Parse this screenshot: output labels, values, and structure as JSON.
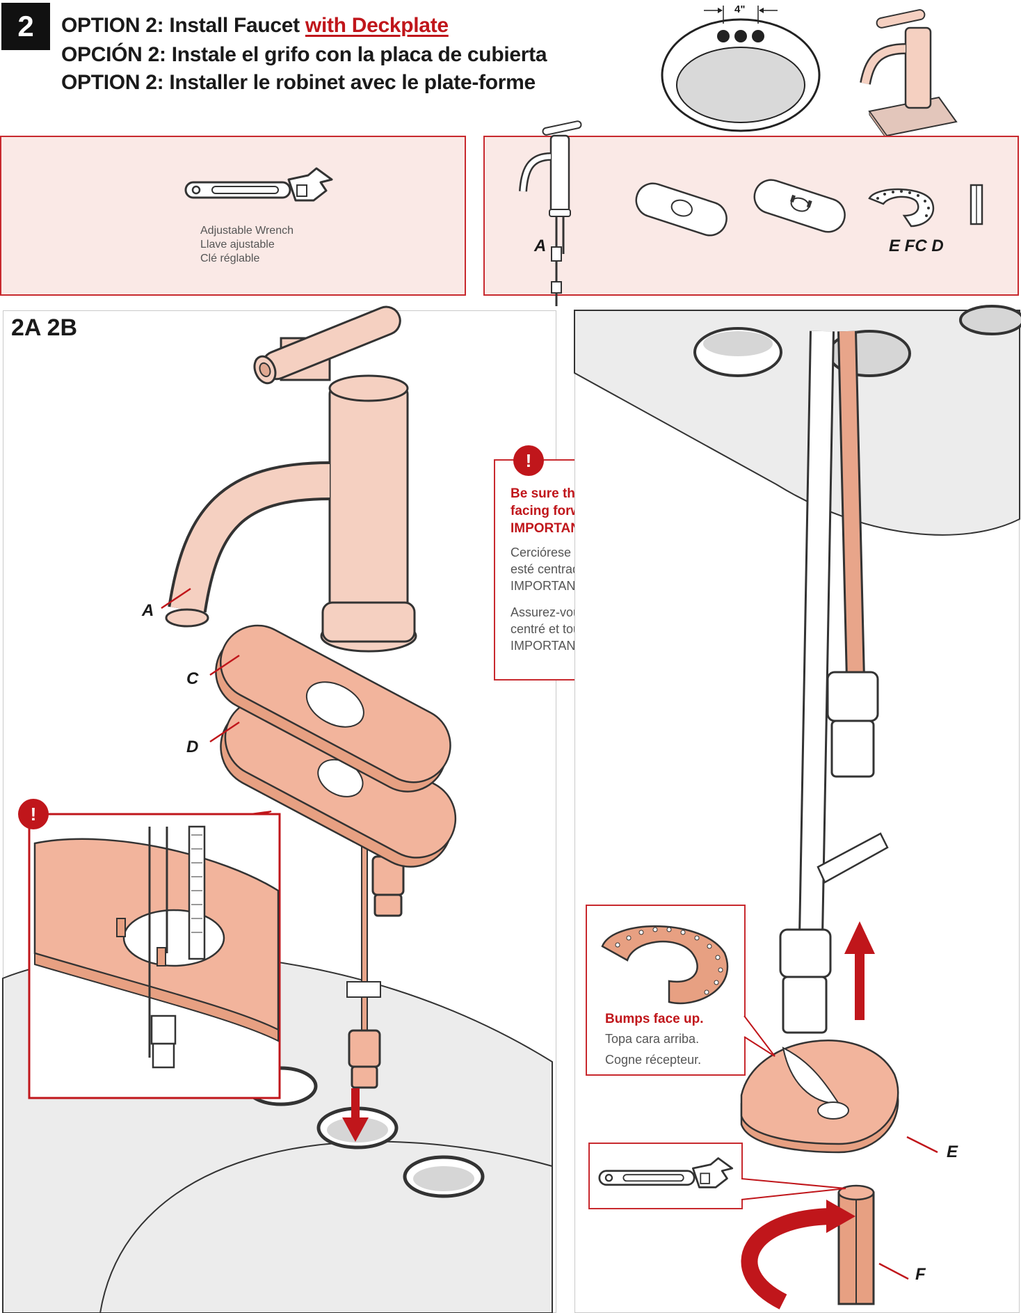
{
  "header": {
    "step_number": "2",
    "title_en_prefix": "OPTION 2: Install Faucet ",
    "title_en_accent": "with Deckplate",
    "title_es": "OPCIÓN 2: Instale el grifo con la placa de cubierta",
    "title_fr": "OPTION 2: Installer le robinet avec le plate-forme",
    "hole_spacing": "4\""
  },
  "tools": {
    "wrench_en": "Adjustable Wrench",
    "wrench_es": "Llave ajustable",
    "wrench_fr": "Clé réglable"
  },
  "parts": {
    "label_a": "A",
    "label_efcd": "E FC D"
  },
  "step_label": "2A 2B",
  "labels": {
    "a": "A",
    "c": "C",
    "d": "D",
    "e": "E",
    "f": "F"
  },
  "warning": {
    "icon": "!",
    "en_line1": "Be sure the spout body (A) is centered &",
    "en_line2": "facing forward.",
    "en_line3": "IMPORTANT: DO NOT OVERTIGHTEN.",
    "es_line1": "Cerciórese que la estructura del surtidor (A)",
    "es_line2": "esté centrada y orientada hacia adelante.",
    "es_line3": "IMPORTANTE: NO APRIETE EXCESIVAMENTE.",
    "fr_line1": "Assurez-vous que le corps du bec (A) est",
    "fr_line2": "centré et tourné vers l'avant.",
    "fr_line3": "IMPORTANT: NE PAS TROP SERRER."
  },
  "inset_warning_icon": "!",
  "bumps": {
    "en": "Bumps face up.",
    "es": "Topa cara arriba.",
    "fr": "Cogne récepteur."
  },
  "colors": {
    "accent_red": "#c0161b",
    "copper": "#f2b49c",
    "panel_pink": "#fae9e6"
  }
}
